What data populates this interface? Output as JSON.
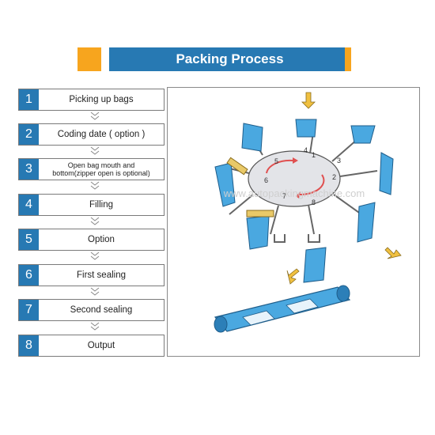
{
  "header": {
    "title": "Packing Process",
    "accent_color": "#f7a51e",
    "bar_color": "#2779b3"
  },
  "steps": [
    {
      "number": "1",
      "label": "Picking up bags"
    },
    {
      "number": "2",
      "label": "Coding date ( option )"
    },
    {
      "number": "3",
      "label_line1": "Open bag mouth and",
      "label_line2": "bottom(zipper open is optional)"
    },
    {
      "number": "4",
      "label": "Filling"
    },
    {
      "number": "5",
      "label": "Option"
    },
    {
      "number": "6",
      "label": "First sealing"
    },
    {
      "number": "7",
      "label": "Second sealing"
    },
    {
      "number": "8",
      "label": "Output"
    }
  ],
  "diagram": {
    "station_numbers": [
      "1",
      "2",
      "3",
      "4",
      "5",
      "6",
      "7",
      "8"
    ],
    "watermark": "www.autopackingmachine.com",
    "machine_color": "#4aa8e0",
    "arrow_color": "#f0c040"
  }
}
